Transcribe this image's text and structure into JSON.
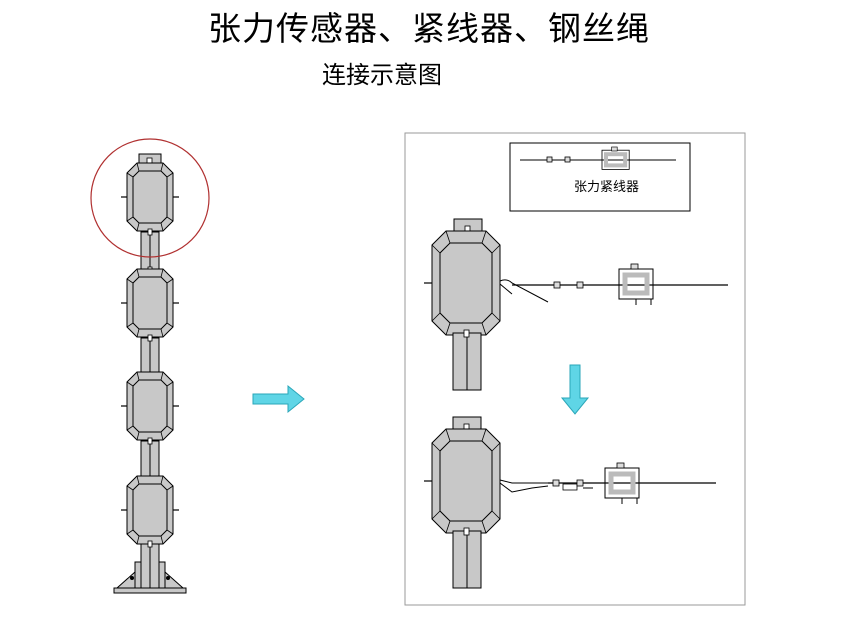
{
  "title": "张力传感器、紧线器、钢丝绳",
  "subtitle": "连接示意图",
  "legend": {
    "label": "张力紧线器"
  },
  "colors": {
    "device_fill": "#c8c8c8",
    "stroke": "#000000",
    "circle": "#b03030",
    "arrow": "#5fd5e6",
    "panel_border": "#9a9a9a"
  }
}
